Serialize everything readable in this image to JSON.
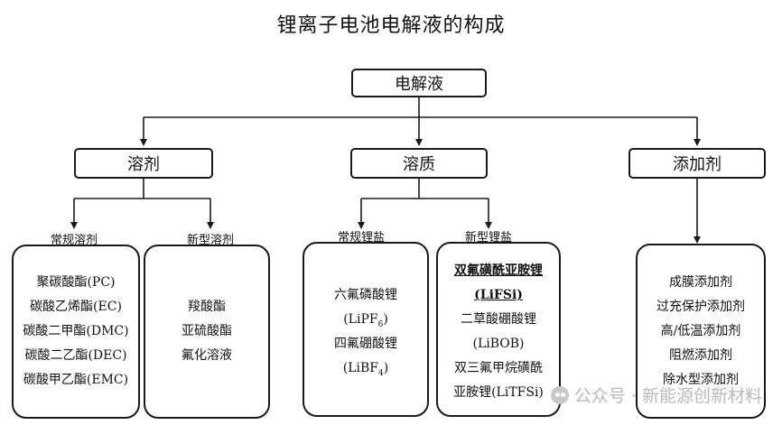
{
  "title": "锂离子电池电解液的构成",
  "root": {
    "label": "电解液"
  },
  "categories": [
    {
      "label": "溶剂"
    },
    {
      "label": "溶质"
    },
    {
      "label": "添加剂"
    }
  ],
  "solvent": {
    "conventional_label": "常规溶剂",
    "new_label": "新型溶剂",
    "conventional_items": [
      "聚碳酸酯(PC)",
      "碳酸乙烯酯(EC)",
      "碳酸二甲酯(DMC)",
      "碳酸二乙酯(DEC)",
      "碳酸甲乙酯(EMC)"
    ],
    "new_items": [
      "羧酸酯",
      "亚硫酸酯",
      "氟化溶液"
    ]
  },
  "solute": {
    "conventional_label": "常规锂盐",
    "new_label": "新型锂盐",
    "conventional_items": [
      {
        "name": "六氟磷酸锂",
        "formula": "(LiPF",
        "sub": "6",
        "close": ")"
      },
      {
        "name": "四氟硼酸锂",
        "formula": "(LiBF",
        "sub": "4",
        "close": ")"
      }
    ],
    "new_items": {
      "highlight_name": "双氟磺酰亚胺锂",
      "highlight_formula": "(LiFSi)",
      "item2_name": "二草酸硼酸锂",
      "item2_formula": "(LiBOB)",
      "item3_name_line1": "双三氟甲烷磺酰",
      "item3_name_line2": "亚胺锂(LiTFSi)"
    }
  },
  "additives": {
    "items": [
      "成膜添加剂",
      "过充保护添加剂",
      "高/低温添加剂",
      "阻燃添加剂",
      "除水型添加剂"
    ]
  },
  "watermark": "公众号 · 新能源创新材料"
}
